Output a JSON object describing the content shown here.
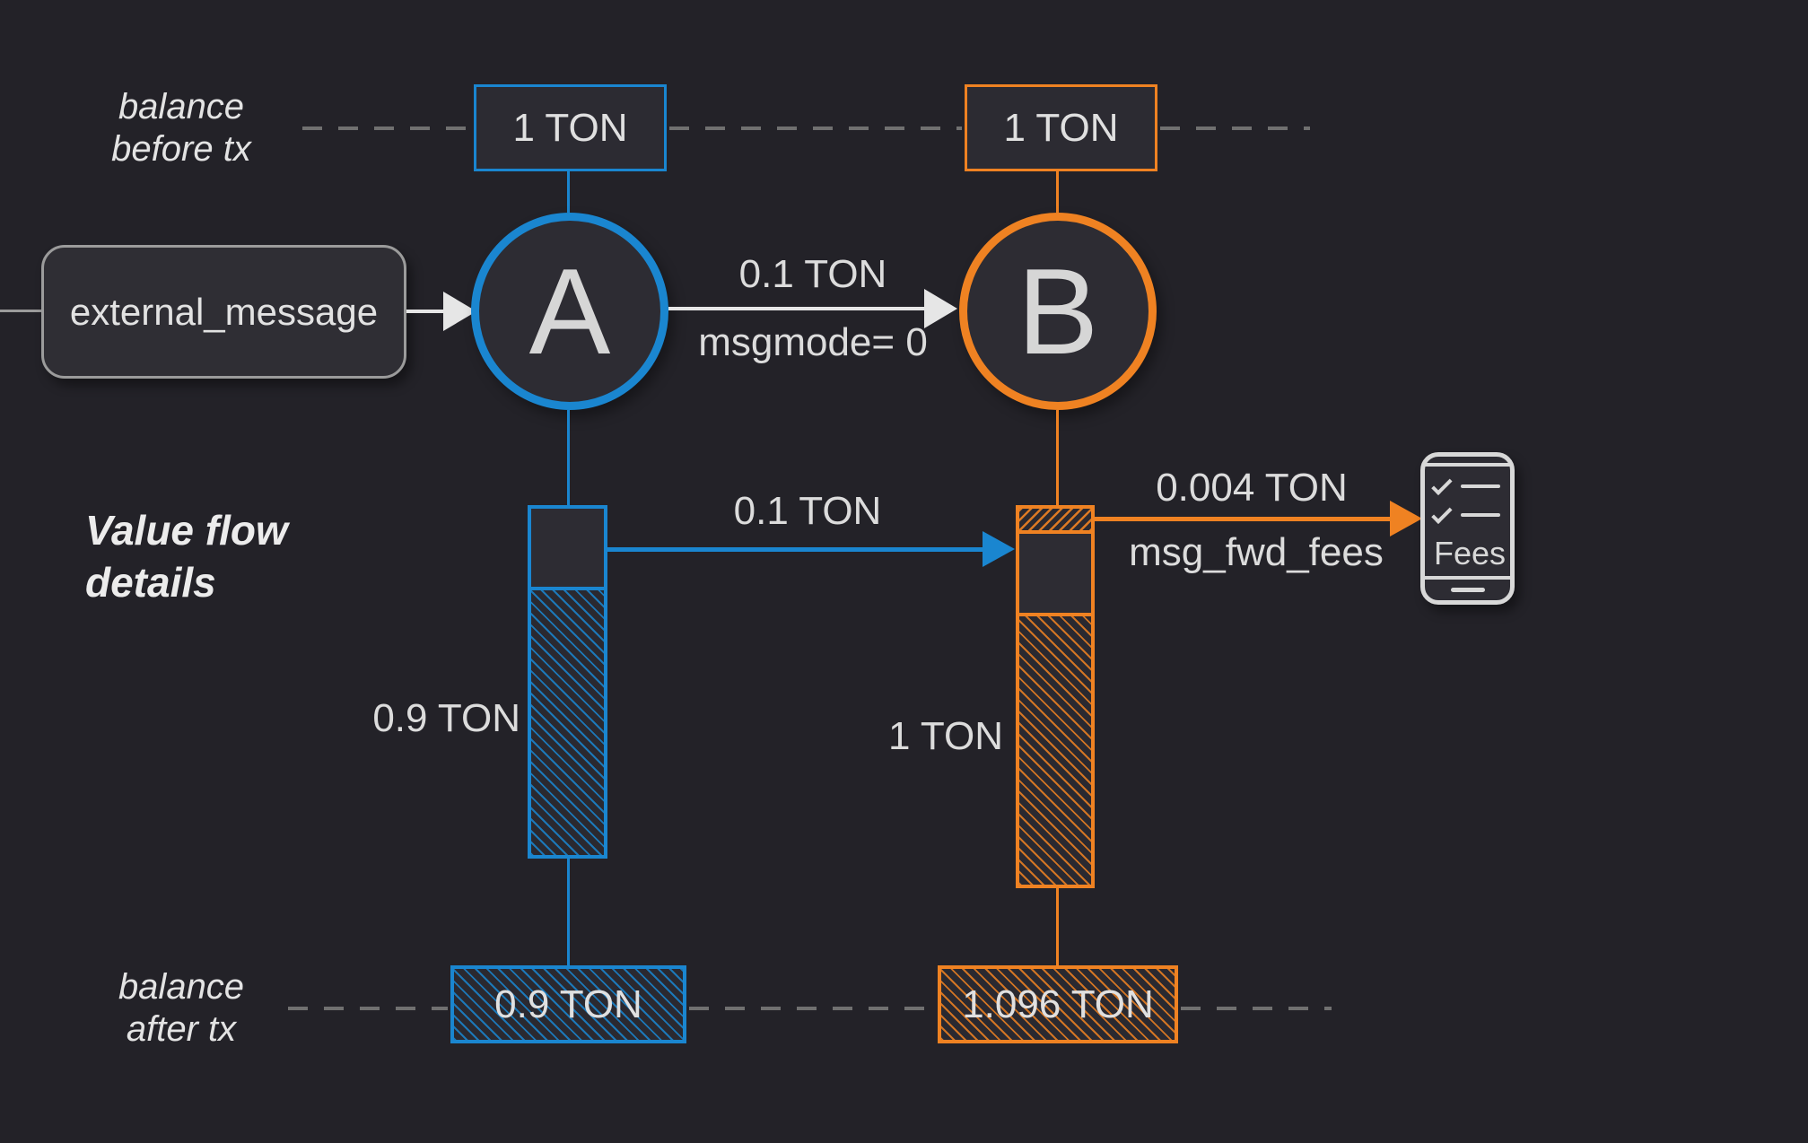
{
  "colors": {
    "background": "#232228",
    "accent_blue": "#1A86D0",
    "accent_orange": "#EF8222",
    "text_light": "#DCDCDC",
    "border_gray": "#9B9B9B",
    "dash_gray": "#707070"
  },
  "rows": {
    "before": {
      "label_line1": "balance",
      "label_line2": "before tx",
      "a_value": "1 TON",
      "b_value": "1 TON"
    },
    "flow": {
      "label_line1": "Value flow",
      "label_line2": "details"
    },
    "after": {
      "label_line1": "balance",
      "label_line2": "after tx",
      "a_value": "0.9 TON",
      "b_value": "1.096 TON"
    }
  },
  "nodes": {
    "a": "A",
    "b": "B"
  },
  "external_message": {
    "label": "external_message"
  },
  "arrows": {
    "a_to_b": {
      "amount": "0.1 TON",
      "mode": "msgmode= 0"
    },
    "value_transfer": {
      "amount": "0.1 TON"
    },
    "fees": {
      "amount": "0.004 TON",
      "label": "msg_fwd_fees"
    }
  },
  "bars": {
    "a_remaining": "0.9 TON",
    "b_original": "1 TON"
  },
  "phone": {
    "label": "Fees",
    "icon": "fees-phone-icon"
  }
}
